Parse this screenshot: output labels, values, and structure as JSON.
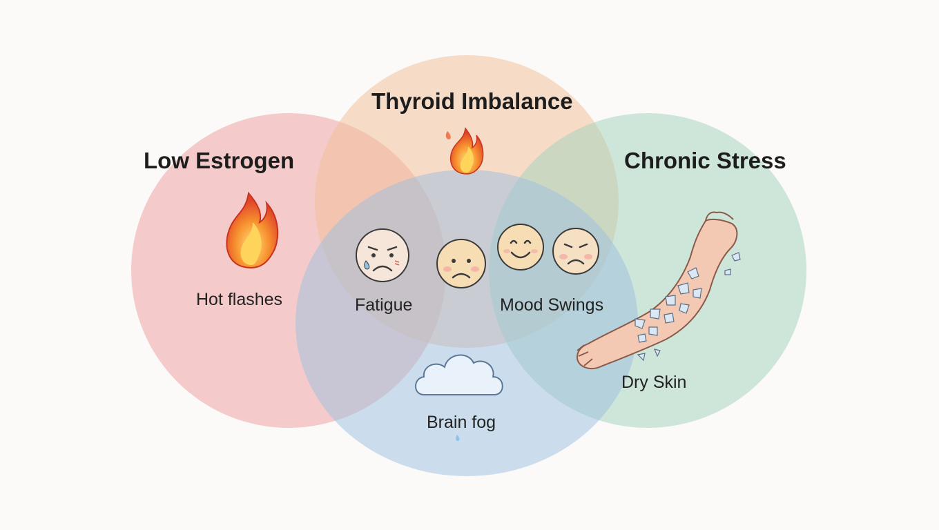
{
  "circles": [
    {
      "id": "low-estrogen",
      "label": "Low Estrogen",
      "color": "#eea4a4"
    },
    {
      "id": "thyroid-imbalance",
      "label": "Thyroid Imbalance",
      "color": "#f3c19c"
    },
    {
      "id": "chronic-stress",
      "label": "Chronic Stress",
      "color": "#a9d4bf"
    },
    {
      "id": "core-overlap",
      "color": "#9bbfe0"
    }
  ],
  "symptoms": {
    "hot_flashes": {
      "label": "Hot flashes",
      "icon": "flame-icon"
    },
    "fatigue": {
      "label": "Fatigue",
      "icon": "sad-face-icon"
    },
    "mood_swings": {
      "label": "Mood Swings",
      "icon": "faces-icon"
    },
    "brain_fog": {
      "label": "Brain fog",
      "icon": "cloud-icon"
    },
    "dry_skin": {
      "label": "Dry Skin",
      "icon": "arm-icon"
    }
  },
  "thyroid_icon": "flame-icon"
}
